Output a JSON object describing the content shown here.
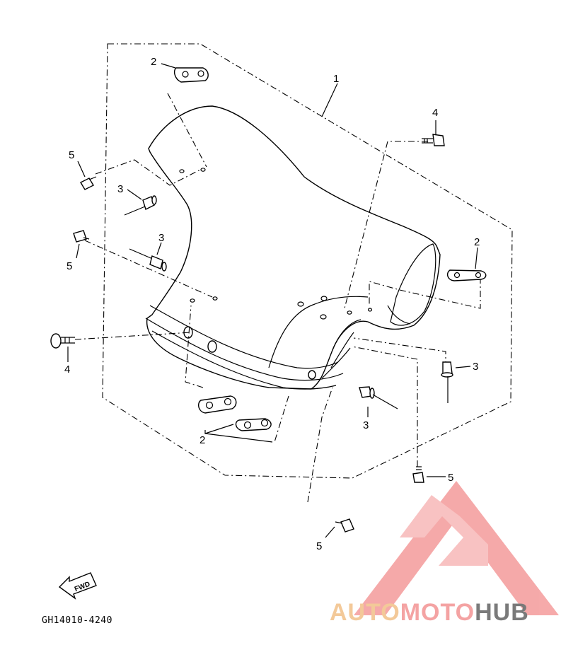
{
  "callouts": {
    "c1": "1",
    "c2a": "2",
    "c2b": "2",
    "c2c": "2",
    "c3a": "3",
    "c3b": "3",
    "c3c": "3",
    "c3d": "3",
    "c4a": "4",
    "c4b": "4",
    "c5a": "5",
    "c5b": "5",
    "c5c": "5",
    "c5d": "5"
  },
  "direction_label": "FWD",
  "diagram_code": "GH14010-4240",
  "watermark": {
    "part1": "AUTO",
    "part2": "MOTO",
    "part3": "HUB",
    "colors": {
      "auto": "#f3c999",
      "moto": "#f4a3a3",
      "hub": "#7a7a7a",
      "logo": "#f49b9b"
    }
  }
}
